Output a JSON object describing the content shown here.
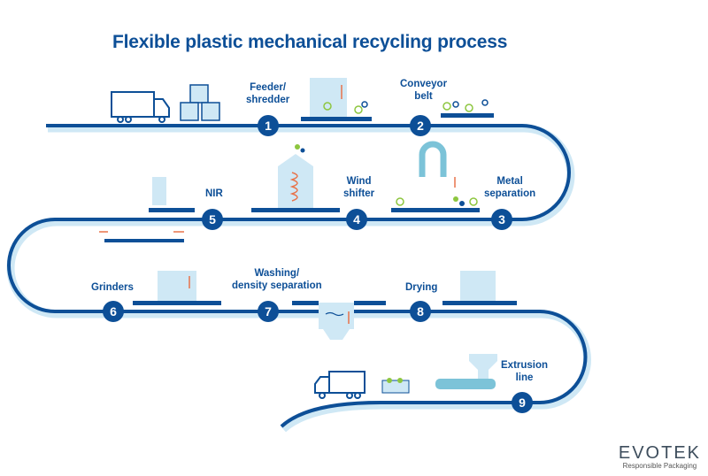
{
  "title": "Flexible plastic mechanical recycling process",
  "colors": {
    "primary": "#0d4f97",
    "light": "#cfe8f5",
    "accent_green": "#8dc63f",
    "accent_orange": "#e8734a"
  },
  "steps": [
    {
      "number": "1",
      "label_line1": "Feeder/",
      "label_line2": "shredder"
    },
    {
      "number": "2",
      "label_line1": "Conveyor",
      "label_line2": "belt"
    },
    {
      "number": "3",
      "label_line1": "Metal",
      "label_line2": "separation"
    },
    {
      "number": "4",
      "label_line1": "Wind",
      "label_line2": "shifter"
    },
    {
      "number": "5",
      "label_line1": "NIR",
      "label_line2": ""
    },
    {
      "number": "6",
      "label_line1": "Grinders",
      "label_line2": ""
    },
    {
      "number": "7",
      "label_line1": "Washing/",
      "label_line2": "density separation"
    },
    {
      "number": "8",
      "label_line1": "Drying",
      "label_line2": ""
    },
    {
      "number": "9",
      "label_line1": "Extrusion",
      "label_line2": "line"
    }
  ],
  "icons": [
    "truck-icon",
    "boxes-icon",
    "shredder-icon",
    "conveyor-icon",
    "magnet-icon",
    "wind-shifter-icon",
    "nir-scanner-icon",
    "grinder-icon",
    "washing-tank-icon",
    "dryer-icon",
    "extruder-icon"
  ],
  "logo": {
    "name": "EVOTEK",
    "tagline": "Responsible Packaging"
  }
}
